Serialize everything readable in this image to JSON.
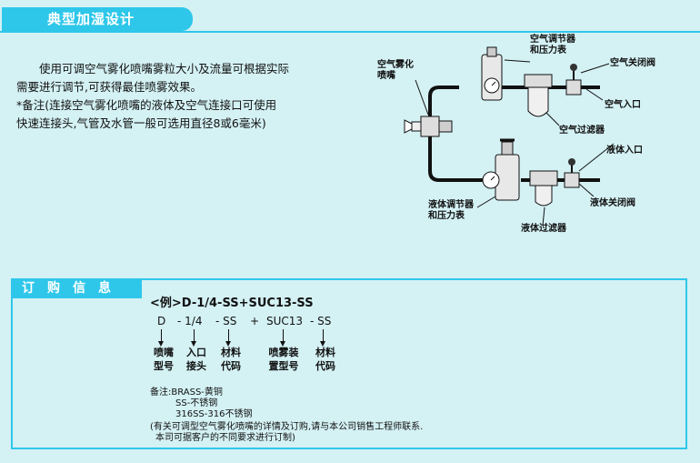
{
  "section1": {
    "title": "典型加湿设计",
    "paragraph_lines": [
      "使用可调空气雾化喷嘴雾粒大小及流量可根据实际",
      "需要进行调节,可获得最佳喷雾效果。",
      "*备注(连接空气雾化喷嘴的液体及空气连接口可使用",
      "快速连接头,气管及水管一般可选用直径8或6毫米)"
    ]
  },
  "diagram": {
    "labels": {
      "nozzle": "空气雾化\n喷嘴",
      "air_regulator": "空气调节器\n和压力表",
      "air_valve": "空气关闭阀",
      "air_inlet": "空气入口",
      "air_filter": "空气过滤器",
      "liquid_inlet": "液体入口",
      "liquid_valve": "液体关闭阀",
      "liquid_regulator": "液体调节器\n和压力表",
      "liquid_filter": "液体过滤器"
    }
  },
  "section2": {
    "title": "订购信息",
    "example": "<例>D-1/4-SS+SUC13-SS",
    "code_parts": [
      "D",
      "- 1/4",
      "- SS",
      "+",
      "SUC13",
      "- SS"
    ],
    "captions": [
      "喷嘴\n型号",
      "入口\n接头",
      "材料\n代码",
      "喷雾装\n置型号",
      "材料\n代码"
    ],
    "notes": [
      "备注:BRASS-黄铜",
      "SS-不锈钢",
      "316SS-316不锈钢",
      "(有关可调型空气雾化喷嘴的详情及订购,请与本公司销售工程师联系.",
      "本司可据客户的不同要求进行订制)"
    ]
  }
}
